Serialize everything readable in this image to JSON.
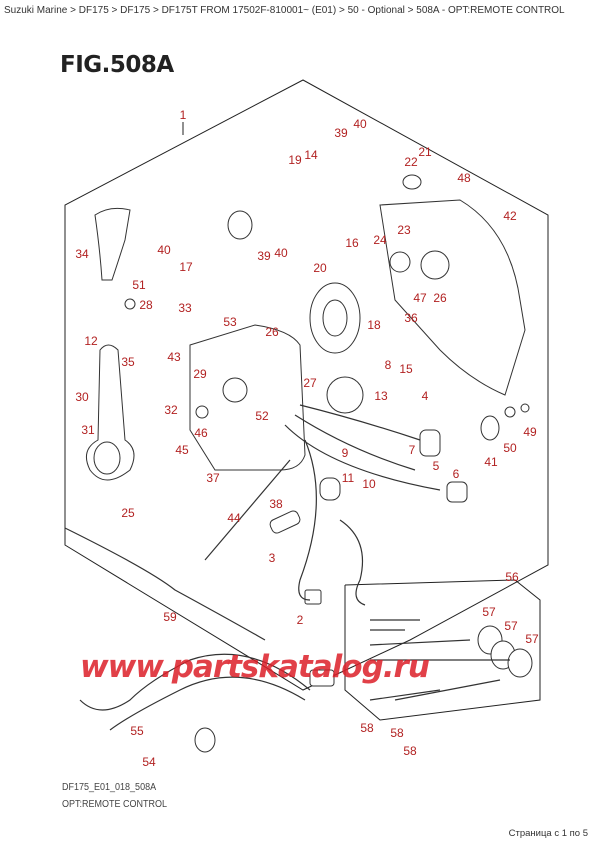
{
  "breadcrumb": [
    "Suzuki Marine",
    "DF175",
    "DF175",
    "DF175T FROM 17502F-810001~ (E01)",
    "50 - Optional",
    "508A - OPT:REMOTE CONTROL"
  ],
  "breadcrumb_text": "Suzuki Marine > DF175 > DF175 > DF175T FROM 17502F-810001~ (E01) > 50 - Optional > 508A - OPT:REMOTE CONTROL",
  "figure": {
    "title": "FIG.508A",
    "code": "DF175_E01_018_508A",
    "caption": "OPT:REMOTE CONTROL",
    "callouts": [
      "1",
      "39",
      "40",
      "19",
      "14",
      "22",
      "21",
      "48",
      "42",
      "34",
      "40",
      "17",
      "39",
      "40",
      "16",
      "24",
      "23",
      "20",
      "47",
      "26",
      "51",
      "28",
      "33",
      "53",
      "18",
      "36",
      "12",
      "26",
      "8",
      "15",
      "43",
      "35",
      "29",
      "27",
      "13",
      "30",
      "32",
      "52",
      "4",
      "49",
      "50",
      "41",
      "31",
      "46",
      "45",
      "7",
      "9",
      "5",
      "6",
      "11",
      "10",
      "37",
      "25",
      "38",
      "44",
      "3",
      "56",
      "59",
      "2",
      "57",
      "57",
      "57",
      "55",
      "54",
      "58",
      "58",
      "58"
    ],
    "callout_color": "#b22222"
  },
  "watermark": "www.partskatalog.ru",
  "pager": "Страница с 1 по 5"
}
